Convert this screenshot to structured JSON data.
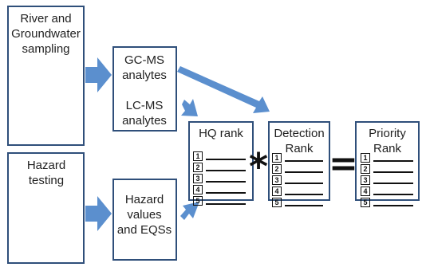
{
  "boxes": {
    "sampling": "River and Groundwater sampling",
    "hazard_testing": "Hazard testing",
    "gcms": "GC-MS analytes",
    "lcms": "LC-MS analytes",
    "hazard_values": "Hazard values and EQSs",
    "hq_rank": "HQ rank",
    "detection_rank": "Detection Rank",
    "priority_rank": "Priority Rank"
  },
  "rank_numbers": [
    "1",
    "2",
    "3",
    "4",
    "5"
  ],
  "operators": {
    "multiply": "*",
    "equals": "="
  },
  "colors": {
    "border": "#2f4f7a",
    "arrow": "#5b8fce",
    "river": "#29a9e0"
  }
}
